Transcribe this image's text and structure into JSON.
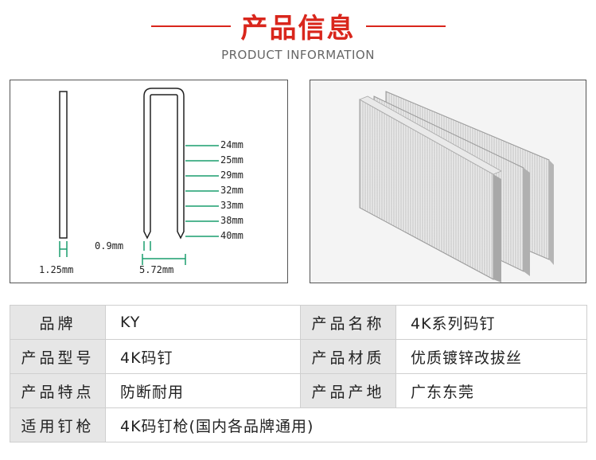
{
  "header": {
    "title_cn": "产品信息",
    "title_en": "PRODUCT INFORMATION"
  },
  "diagram": {
    "wire_width_label": "1.25mm",
    "thickness_label": "0.9mm",
    "crown_width_label": "5.72mm",
    "lengths": [
      "24mm",
      "25mm",
      "29mm",
      "32mm",
      "33mm",
      "38mm",
      "40mm"
    ]
  },
  "specs": {
    "rows": [
      [
        {
          "key": "品牌",
          "value": "KY"
        },
        {
          "key": "产品名称",
          "value": "4K系列码钉"
        }
      ],
      [
        {
          "key": "产品型号",
          "value": "4K码钉"
        },
        {
          "key": "产品材质",
          "value": "优质镀锌改拔丝"
        }
      ],
      [
        {
          "key": "产品特点",
          "value": "防断耐用"
        },
        {
          "key": "产品产地",
          "value": "广东东莞"
        }
      ],
      [
        {
          "key": "适用钉枪",
          "value": "4K码钉枪(国内各品牌通用)"
        }
      ]
    ]
  },
  "colors": {
    "accent": "#d9261c",
    "dimension_green": "#1a9e6e"
  }
}
